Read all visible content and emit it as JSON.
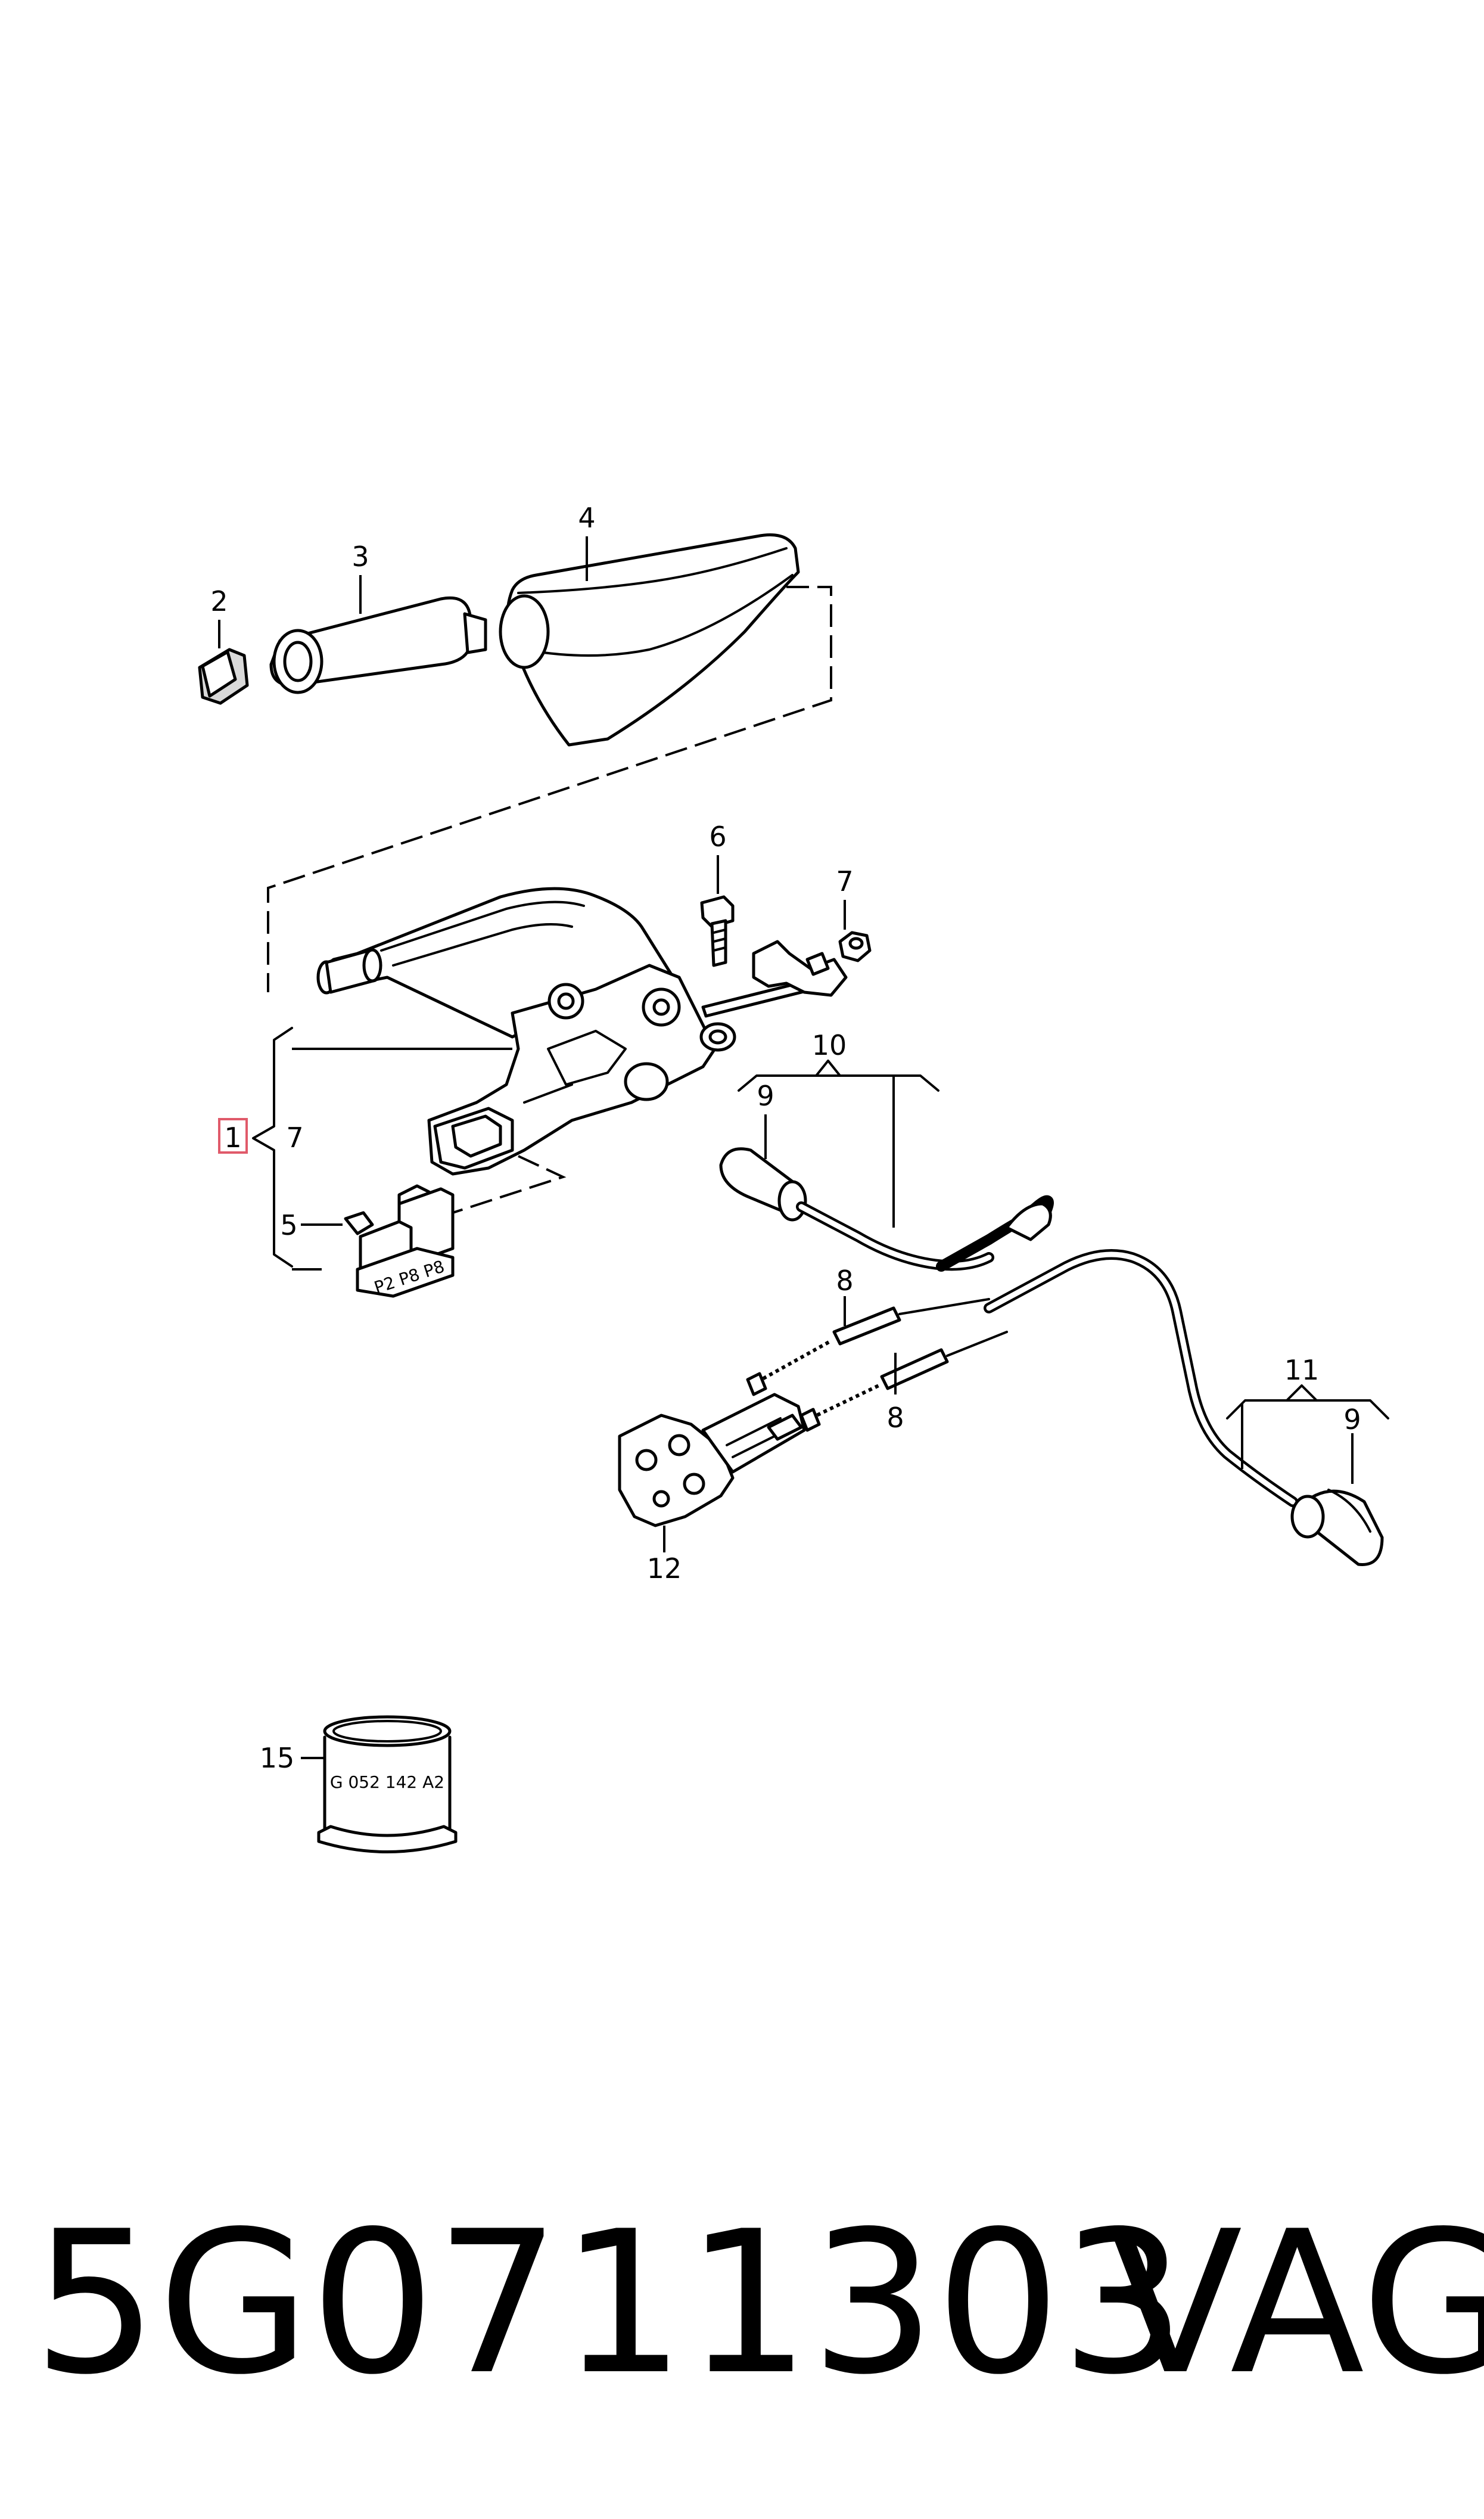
{
  "callouts": {
    "c1": "1",
    "c2": "2",
    "c3": "3",
    "c4": "4",
    "c5": "5",
    "c6": "6",
    "c7a": "7",
    "c7b": "7",
    "c8a": "8",
    "c8b": "8",
    "c9a": "9",
    "c9b": "9",
    "c10": "10",
    "c11": "11",
    "c12": "12",
    "c15": "15"
  },
  "part15_label": "G 052 142 A2",
  "switch_label": "P2 P8 P8",
  "footer": {
    "part_number": "5G0711303",
    "brand": "VAG"
  },
  "colors": {
    "line": "#000000",
    "highlight_box": "#e05a6a",
    "background": "#ffffff"
  }
}
